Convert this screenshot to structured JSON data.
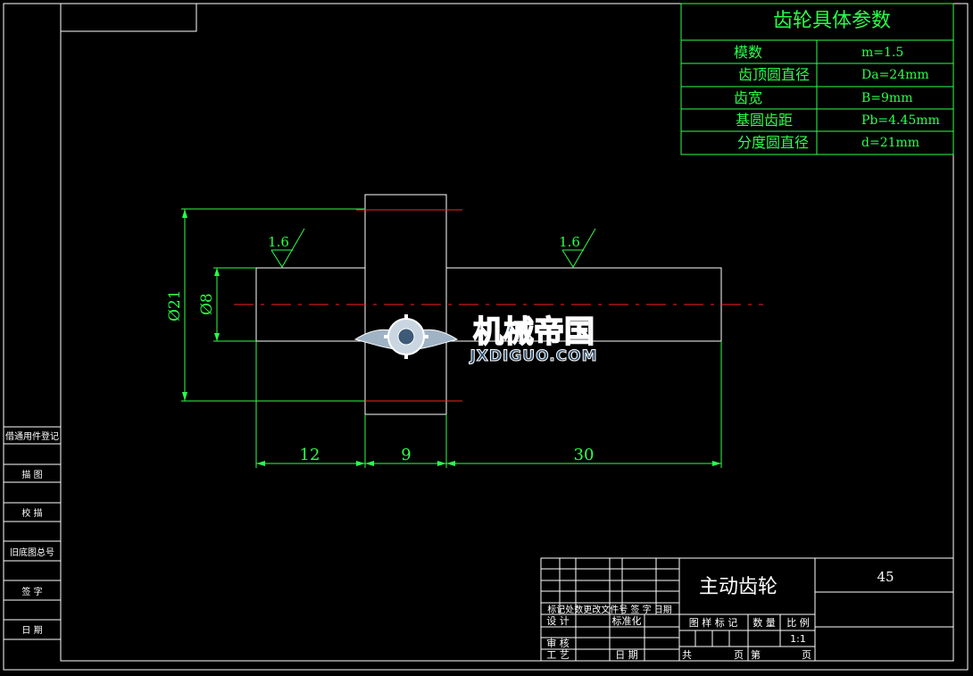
{
  "params_table": {
    "title": "齿轮具体参数",
    "rows": [
      {
        "label": "模数",
        "value": "m=1.5"
      },
      {
        "label": "齿顶圆直径",
        "value": "Da=24mm"
      },
      {
        "label": "齿宽",
        "value": "B=9mm"
      },
      {
        "label": "基圆齿距",
        "value": "Pb=4.45mm"
      },
      {
        "label": "分度圆直径",
        "value": "d=21mm"
      }
    ]
  },
  "drawing": {
    "roughness_left": "1.6",
    "roughness_right": "1.6",
    "dim_outer": "Ø21",
    "dim_bore": "Ø8",
    "dim_left_len": "12",
    "dim_gear_width": "9",
    "dim_right_len": "30"
  },
  "watermark": {
    "cn": "机械帝国",
    "en": "JXDIGUO.COM"
  },
  "left_strip": {
    "labels": [
      "借通用件登记",
      "描  图",
      "校  描",
      "旧底图总号",
      "签  字",
      "日  期"
    ]
  },
  "title_block": {
    "part_name": "主动齿轮",
    "material": "45",
    "rev_header": "标记处数更改文件号 签 字 日期",
    "design": "设 计",
    "standard": "标准化",
    "review": "审 核",
    "process": "工 艺",
    "date": "日 期",
    "stage_headers": [
      "图 样 标 记",
      "数 量",
      "比 例"
    ],
    "scale": "1:1",
    "total": "共",
    "page": "页",
    "sheet": "第",
    "page2": "页"
  }
}
